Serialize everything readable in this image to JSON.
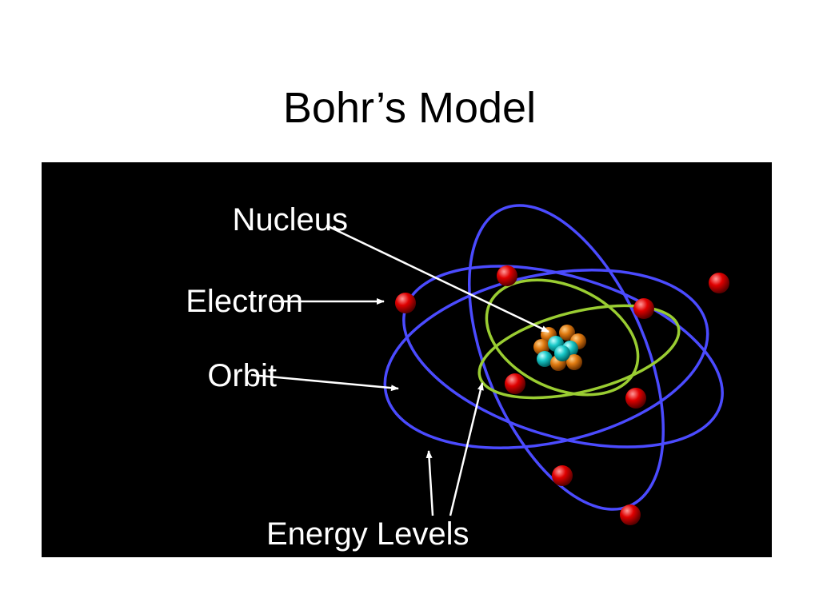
{
  "title": "Bohr’s Model",
  "labels": {
    "nucleus": "Nucleus",
    "electron": "Electron",
    "orbit": "Orbit",
    "energy_levels": "Energy Levels"
  },
  "colors": {
    "panel_background": "#000000",
    "outer_orbit": "#4b4bff",
    "inner_orbit": "#9acd32",
    "electron": "#e00000",
    "proton": "#e07a10",
    "neutron": "#19c9c9",
    "label_text": "#ffffff",
    "arrow": "#ffffff"
  }
}
